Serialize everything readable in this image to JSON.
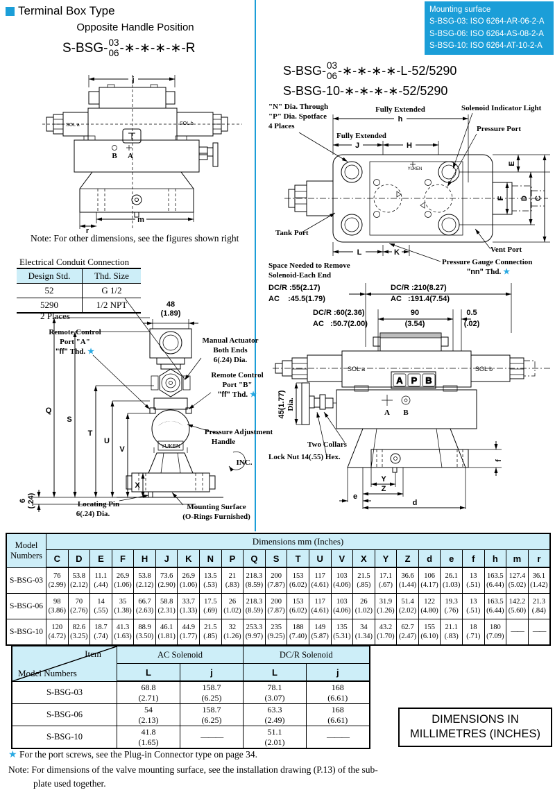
{
  "icons": {
    "star": "★"
  },
  "header": {
    "title": "Terminal Box Type",
    "subtitle": "Opposite Handle Position"
  },
  "codes": {
    "left_pre": "S-BSG-",
    "left_top": "03",
    "left_bot": "06",
    "left_post": "-∗-∗-∗-∗-R",
    "r1_pre": "S-BSG-",
    "r1_top": "03",
    "r1_bot": "06",
    "r1_post": "-∗-∗-∗-∗-L-52/5290",
    "r2": "S-BSG-10-∗-∗-∗-∗-52/5290"
  },
  "mounting": {
    "title": "Mounting surface",
    "lines": [
      "S-BSG-03: ISO 6264-AR-06-2-A",
      "S-BSG-06: ISO 6264-AS-08-2-A",
      "S-BSG-10: ISO 6264-AT-10-2-A"
    ]
  },
  "d1": {
    "j": "j",
    "sol_a": "SOL a",
    "sol_b": "SOL b",
    "b": "B",
    "a": "A",
    "r": "r",
    "m": "m",
    "note": "Note: For other dimensions, see the figures shown right"
  },
  "conduit": {
    "title": "Electrical Conduit Connection",
    "col1": "Design Std.",
    "col2": "Thd. Size",
    "r1c1": "52",
    "r1c2": "G 1/2",
    "r2c1": "5290",
    "r2c2": "1/2 NPT",
    "places": "2 Places"
  },
  "d2": {
    "n48": "48",
    "n48i": "(1.89)",
    "ra1": "Remote Control",
    "ra2": "Port \"A\"",
    "ff": "\"ff\"",
    "thd": "Thd.",
    "ma1": "Manual Actuator",
    "ma2": "Both Ends",
    "ma3": "6(.24) Dia.",
    "rb1": "Remote Control",
    "rb2": "Port \"B\"",
    "pa1": "Pressure Adjustment",
    "pa2": "Handle",
    "inc": "INC.",
    "lp1": "Locating Pin",
    "lp2": "6(.24) Dia.",
    "ms1": "Mounting Surface",
    "ms2": "(O-Rings Furnished)",
    "n6": "6",
    "n6i": "(.24)",
    "Q": "Q",
    "S": "S",
    "T": "T",
    "U": "U",
    "V": "V",
    "X": "X",
    "yuken": "YUKEN"
  },
  "d3": {
    "n1": "\"N\" Dia. Through",
    "n2": "\"P\" Dia. Spotface",
    "n3": "4 Places",
    "fe1": "Fully Extended",
    "h": "h",
    "fe2": "Fully Extended",
    "J": "J",
    "H": "H",
    "sil": "Solenoid Indicator Light",
    "pp": "Pressure Port",
    "tp": "Tank Port",
    "L": "L",
    "K": "K",
    "vp": "Vent Port",
    "pg": "Pressure Gauge Connection",
    "nn": "\"nn\"",
    "thd": "Thd.",
    "E": "E",
    "F": "F",
    "D": "D",
    "C": "C",
    "yuken": "YUKEN"
  },
  "sp": {
    "l1": "Space Needed to Remove",
    "l2": "Solenoid-Each End",
    "a": "DC/R :55(2.17)",
    "b": "AC    :45.5(1.79)",
    "c": "DC/R :210(8.27)",
    "d": "AC   :191.4(7.54)",
    "e": "DC/R :60(2.36)",
    "f": "AC   :50.7(2.00)",
    "g": "90",
    "gi": "(3.54)",
    "h": "0.5",
    "hi": "(.02)"
  },
  "d4": {
    "sola": "SOL a",
    "solb": "SOL b",
    "A": "A",
    "P": "P",
    "B": "B",
    "d45": "45(1.77)",
    "dia": "Dia.",
    "pa": "A",
    "pb": "B",
    "tc": "Two Collars",
    "ln": "Lock Nut 14(.55) Hex.",
    "Y": "Y",
    "Z": "Z",
    "e": "e",
    "d": "d",
    "f": "f"
  },
  "dim_table": {
    "corner": "Model Numbers",
    "title": "Dimensions  mm (Inches)",
    "columns": [
      "C",
      "D",
      "E",
      "F",
      "H",
      "J",
      "K",
      "N",
      "P",
      "Q",
      "S",
      "T",
      "U",
      "V",
      "X",
      "Y",
      "Z",
      "d",
      "e",
      "f",
      "h",
      "m",
      "r"
    ],
    "rows": [
      {
        "model": "S-BSG-03",
        "mm": [
          "76",
          "53.8",
          "11.1",
          "26.9",
          "53.8",
          "73.6",
          "26.9",
          "13.5",
          "21",
          "218.3",
          "200",
          "153",
          "117",
          "103",
          "21.5",
          "17.1",
          "36.6",
          "106",
          "26.1",
          "13",
          "163.5",
          "127.4",
          "36.1"
        ],
        "in": [
          "(2.99)",
          "(2.12)",
          "(.44)",
          "(1.06)",
          "(2.12)",
          "(2.90)",
          "(1.06)",
          "(.53)",
          "(.83)",
          "(8.59)",
          "(7.87)",
          "(6.02)",
          "(4.61)",
          "(4.06)",
          "(.85)",
          "(.67)",
          "(1.44)",
          "(4.17)",
          "(1.03)",
          "(.51)",
          "(6.44)",
          "(5.02)",
          "(1.42)"
        ]
      },
      {
        "model": "S-BSG-06",
        "mm": [
          "98",
          "70",
          "14",
          "35",
          "66.7",
          "58.8",
          "33.7",
          "17.5",
          "26",
          "218.3",
          "200",
          "153",
          "117",
          "103",
          "26",
          "31.9",
          "51.4",
          "122",
          "19.3",
          "13",
          "163.5",
          "142.2",
          "21.3"
        ],
        "in": [
          "(3.86)",
          "(2.76)",
          "(.55)",
          "(1.38)",
          "(2.63)",
          "(2.31)",
          "(1.33)",
          "(.69)",
          "(1.02)",
          "(8.59)",
          "(7.87)",
          "(6.02)",
          "(4.61)",
          "(4.06)",
          "(1.02)",
          "(1.26)",
          "(2.02)",
          "(4.80)",
          "(.76)",
          "(.51)",
          "(6.44)",
          "(5.60)",
          "(.84)"
        ]
      },
      {
        "model": "S-BSG-10",
        "mm": [
          "120",
          "82.6",
          "18.7",
          "41.3",
          "88.9",
          "46.1",
          "44.9",
          "21.5",
          "32",
          "253.3",
          "235",
          "188",
          "149",
          "135",
          "34",
          "43.2",
          "62.7",
          "155",
          "21.1",
          "18",
          "180",
          "——",
          "——"
        ],
        "in": [
          "(4.72)",
          "(3.25)",
          "(.74)",
          "(1.63)",
          "(3.50)",
          "(1.81)",
          "(1.77)",
          "(.85)",
          "(1.26)",
          "(9.97)",
          "(9.25)",
          "(7.40)",
          "(5.87)",
          "(5.31)",
          "(1.34)",
          "(1.70)",
          "(2.47)",
          "(6.10)",
          "(.83)",
          "(.71)",
          "(7.09)",
          "",
          ""
        ]
      }
    ]
  },
  "sol_table": {
    "item": "Item",
    "corner": "Model Numbers",
    "groups": [
      "AC Solenoid",
      "DC/R Solenoid"
    ],
    "cols": [
      "L",
      "j",
      "L",
      "j"
    ],
    "rows": [
      {
        "model": "S-BSG-03",
        "mm": [
          "68.8",
          "158.7",
          "78.1",
          "168"
        ],
        "in": [
          "(2.71)",
          "(6.25)",
          "(3.07)",
          "(6.61)"
        ]
      },
      {
        "model": "S-BSG-06",
        "mm": [
          "54",
          "158.7",
          "63.3",
          "168"
        ],
        "in": [
          "(2.13)",
          "(6.25)",
          "(2.49)",
          "(6.61)"
        ]
      },
      {
        "model": "S-BSG-10",
        "mm": [
          "41.8",
          "———",
          "51.1",
          "———"
        ],
        "in": [
          "(1.65)",
          "",
          "(2.01)",
          ""
        ]
      }
    ]
  },
  "dim_box": {
    "l1": "DIMENSIONS IN",
    "l2": "MILLIMETRES (INCHES)"
  },
  "footnotes": {
    "star": "For the port screws, see the Plug-in Connector type on page 34.",
    "note1": "Note: For dimensions of the valve mounting surface, see the installation drawing (P.13) of the sub-",
    "note2": "plate used together."
  }
}
